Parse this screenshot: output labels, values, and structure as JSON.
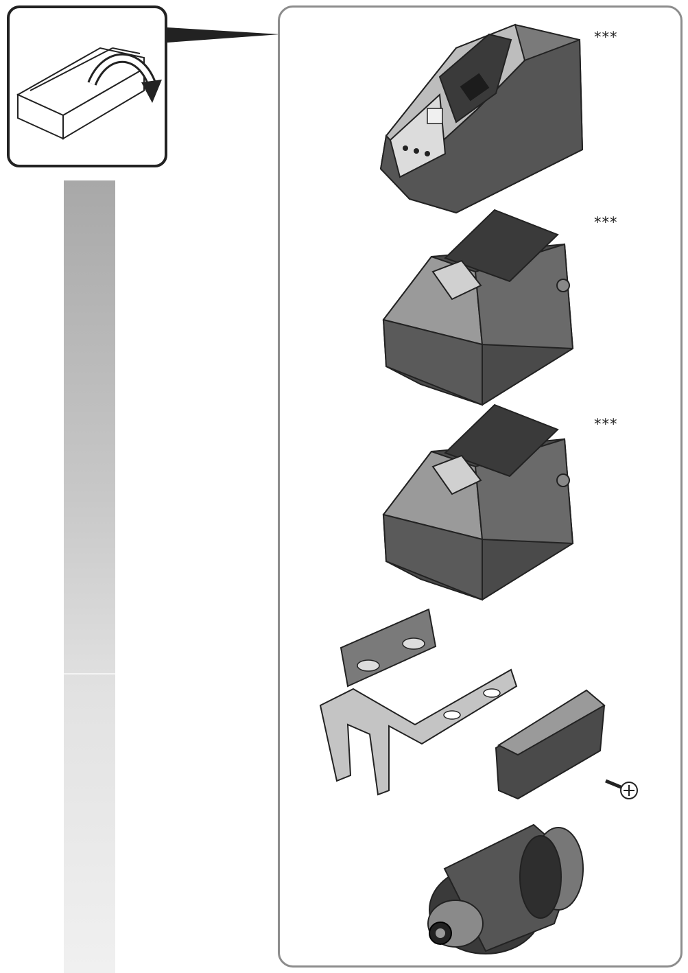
{
  "scope_of_delivery": {
    "items": [
      {
        "name": "battery-charger",
        "marker": "***"
      },
      {
        "name": "battery-pack-1",
        "marker": "***"
      },
      {
        "name": "battery-pack-2",
        "marker": "***"
      },
      {
        "name": "belt-clip-set"
      },
      {
        "name": "keyless-drill-chuck"
      }
    ]
  },
  "colors": {
    "outline": "#222222",
    "panel_border": "#8c8c8c",
    "part_dark": "#4a4a4a",
    "part_mid": "#8e8e8e",
    "part_light": "#d6d6d6"
  }
}
